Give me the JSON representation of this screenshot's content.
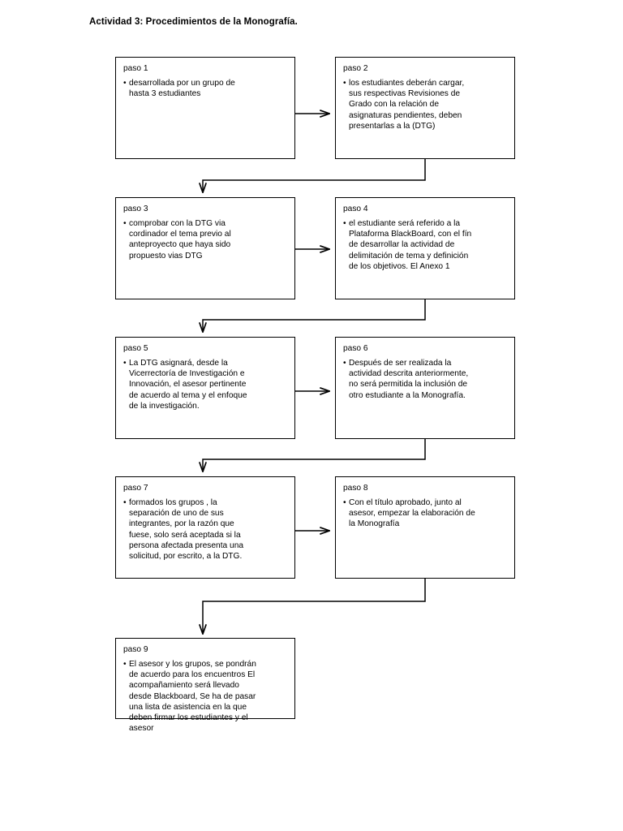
{
  "document": {
    "title": "Actividad 3: Procedimientos de la Monografía."
  },
  "diagram": {
    "type": "flowchart",
    "bullet_glyph": "•",
    "nodes": [
      {
        "id": "paso-1",
        "title": "paso 1",
        "text": "desarrollada por un grupo de\nhasta 3 estudiantes"
      },
      {
        "id": "paso-2",
        "title": "paso 2",
        "text": "los estudiantes deberán cargar,\nsus respectivas Revisiones de\nGrado con la relación de\nasignaturas pendientes, deben\npresentarlas a la (DTG)"
      },
      {
        "id": "paso-3",
        "title": "paso 3",
        "text": "comprobar con la DTG via\ncordinador el tema previo al\nanteproyecto que haya sido\npropuesto vias DTG"
      },
      {
        "id": "paso-4",
        "title": "paso 4",
        "text": "el estudiante será referido a la\nPlataforma BlackBoard, con el fín\nde desarrollar la actividad de\ndelimitación de tema y definición\nde los objetivos. El Anexo 1"
      },
      {
        "id": "paso-5",
        "title": "paso 5",
        "text": "La DTG asignará, desde la\nVicerrectoría de Investigación e\nInnovación, el asesor pertinente\nde acuerdo al tema y el enfoque\nde la investigación."
      },
      {
        "id": "paso-6",
        "title": "paso 6",
        "text": "Después de ser realizada la\nactividad descrita anteriormente,\nno será permitida la inclusión de\notro estudiante a la Monografía."
      },
      {
        "id": "paso-7",
        "title": "paso 7",
        "text": "formados los grupos , la\nseparación de uno de sus\nintegrantes, por la razón que\nfuese, solo será aceptada si la\npersona afectada presenta una\nsolicitud, por escrito, a la DTG."
      },
      {
        "id": "paso-8",
        "title": "paso 8",
        "text": "Con el título aprobado, junto al\nasesor, empezar la elaboración de\nla Monografía"
      },
      {
        "id": "paso-9",
        "title": "paso 9",
        "text": "El asesor y los grupos, se pondrán\nde acuerdo para los encuentros El\nacompañamiento será llevado\ndesde Blackboard, Se ha de pasar\nuna lista de asistencia en la que\ndeben firmar los estudiantes y el\nasesor"
      }
    ],
    "edges": [
      {
        "id": "edge-1-to-2",
        "from": "paso-1",
        "to": "paso-2",
        "kind": "horizontal-arrow"
      },
      {
        "id": "edge-2-to-3",
        "from": "paso-2",
        "to": "paso-3",
        "kind": "elbow-down-left-arrow"
      },
      {
        "id": "edge-3-to-4",
        "from": "paso-3",
        "to": "paso-4",
        "kind": "horizontal-arrow"
      },
      {
        "id": "edge-4-to-5",
        "from": "paso-4",
        "to": "paso-5",
        "kind": "elbow-down-left-arrow"
      },
      {
        "id": "edge-5-to-6",
        "from": "paso-5",
        "to": "paso-6",
        "kind": "horizontal-arrow"
      },
      {
        "id": "edge-6-to-7",
        "from": "paso-6",
        "to": "paso-7",
        "kind": "elbow-down-left-arrow"
      },
      {
        "id": "edge-7-to-8",
        "from": "paso-7",
        "to": "paso-8",
        "kind": "horizontal-arrow"
      },
      {
        "id": "edge-8-to-9",
        "from": "paso-8",
        "to": "paso-9",
        "kind": "elbow-down-left-arrow"
      }
    ],
    "colors": {
      "background": "#ffffff",
      "box_border": "#000000",
      "connector": "#000000",
      "text": "#000000"
    }
  }
}
